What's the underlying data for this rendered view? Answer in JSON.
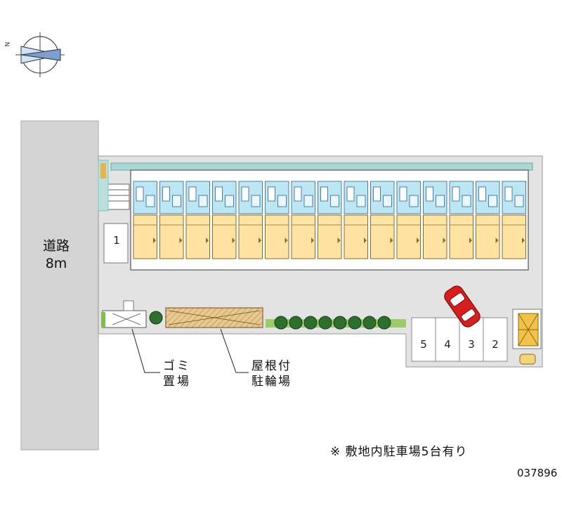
{
  "road": {
    "name": "道路",
    "width": "8m"
  },
  "compass": {
    "north": "N"
  },
  "parking_spaces": [
    {
      "label": "1"
    },
    {
      "label": "5"
    },
    {
      "label": "4"
    },
    {
      "label": "3"
    },
    {
      "label": "2"
    }
  ],
  "garbage": {
    "line1": "ゴミ",
    "line2": "置場"
  },
  "bicycle": {
    "line1": "屋根付",
    "line2": "駐輪場"
  },
  "note": "※ 敷地内駐車場5台有り",
  "code": "037896",
  "colors": {
    "road": "#d4d4d4",
    "lot": "#e3e3e3",
    "unit_floor": "#ffe3a3",
    "unit_upper": "#bde6f5",
    "accent_teal": "#7cc7c2",
    "tree": "#2e6e2e",
    "car": "#d81e1e"
  }
}
